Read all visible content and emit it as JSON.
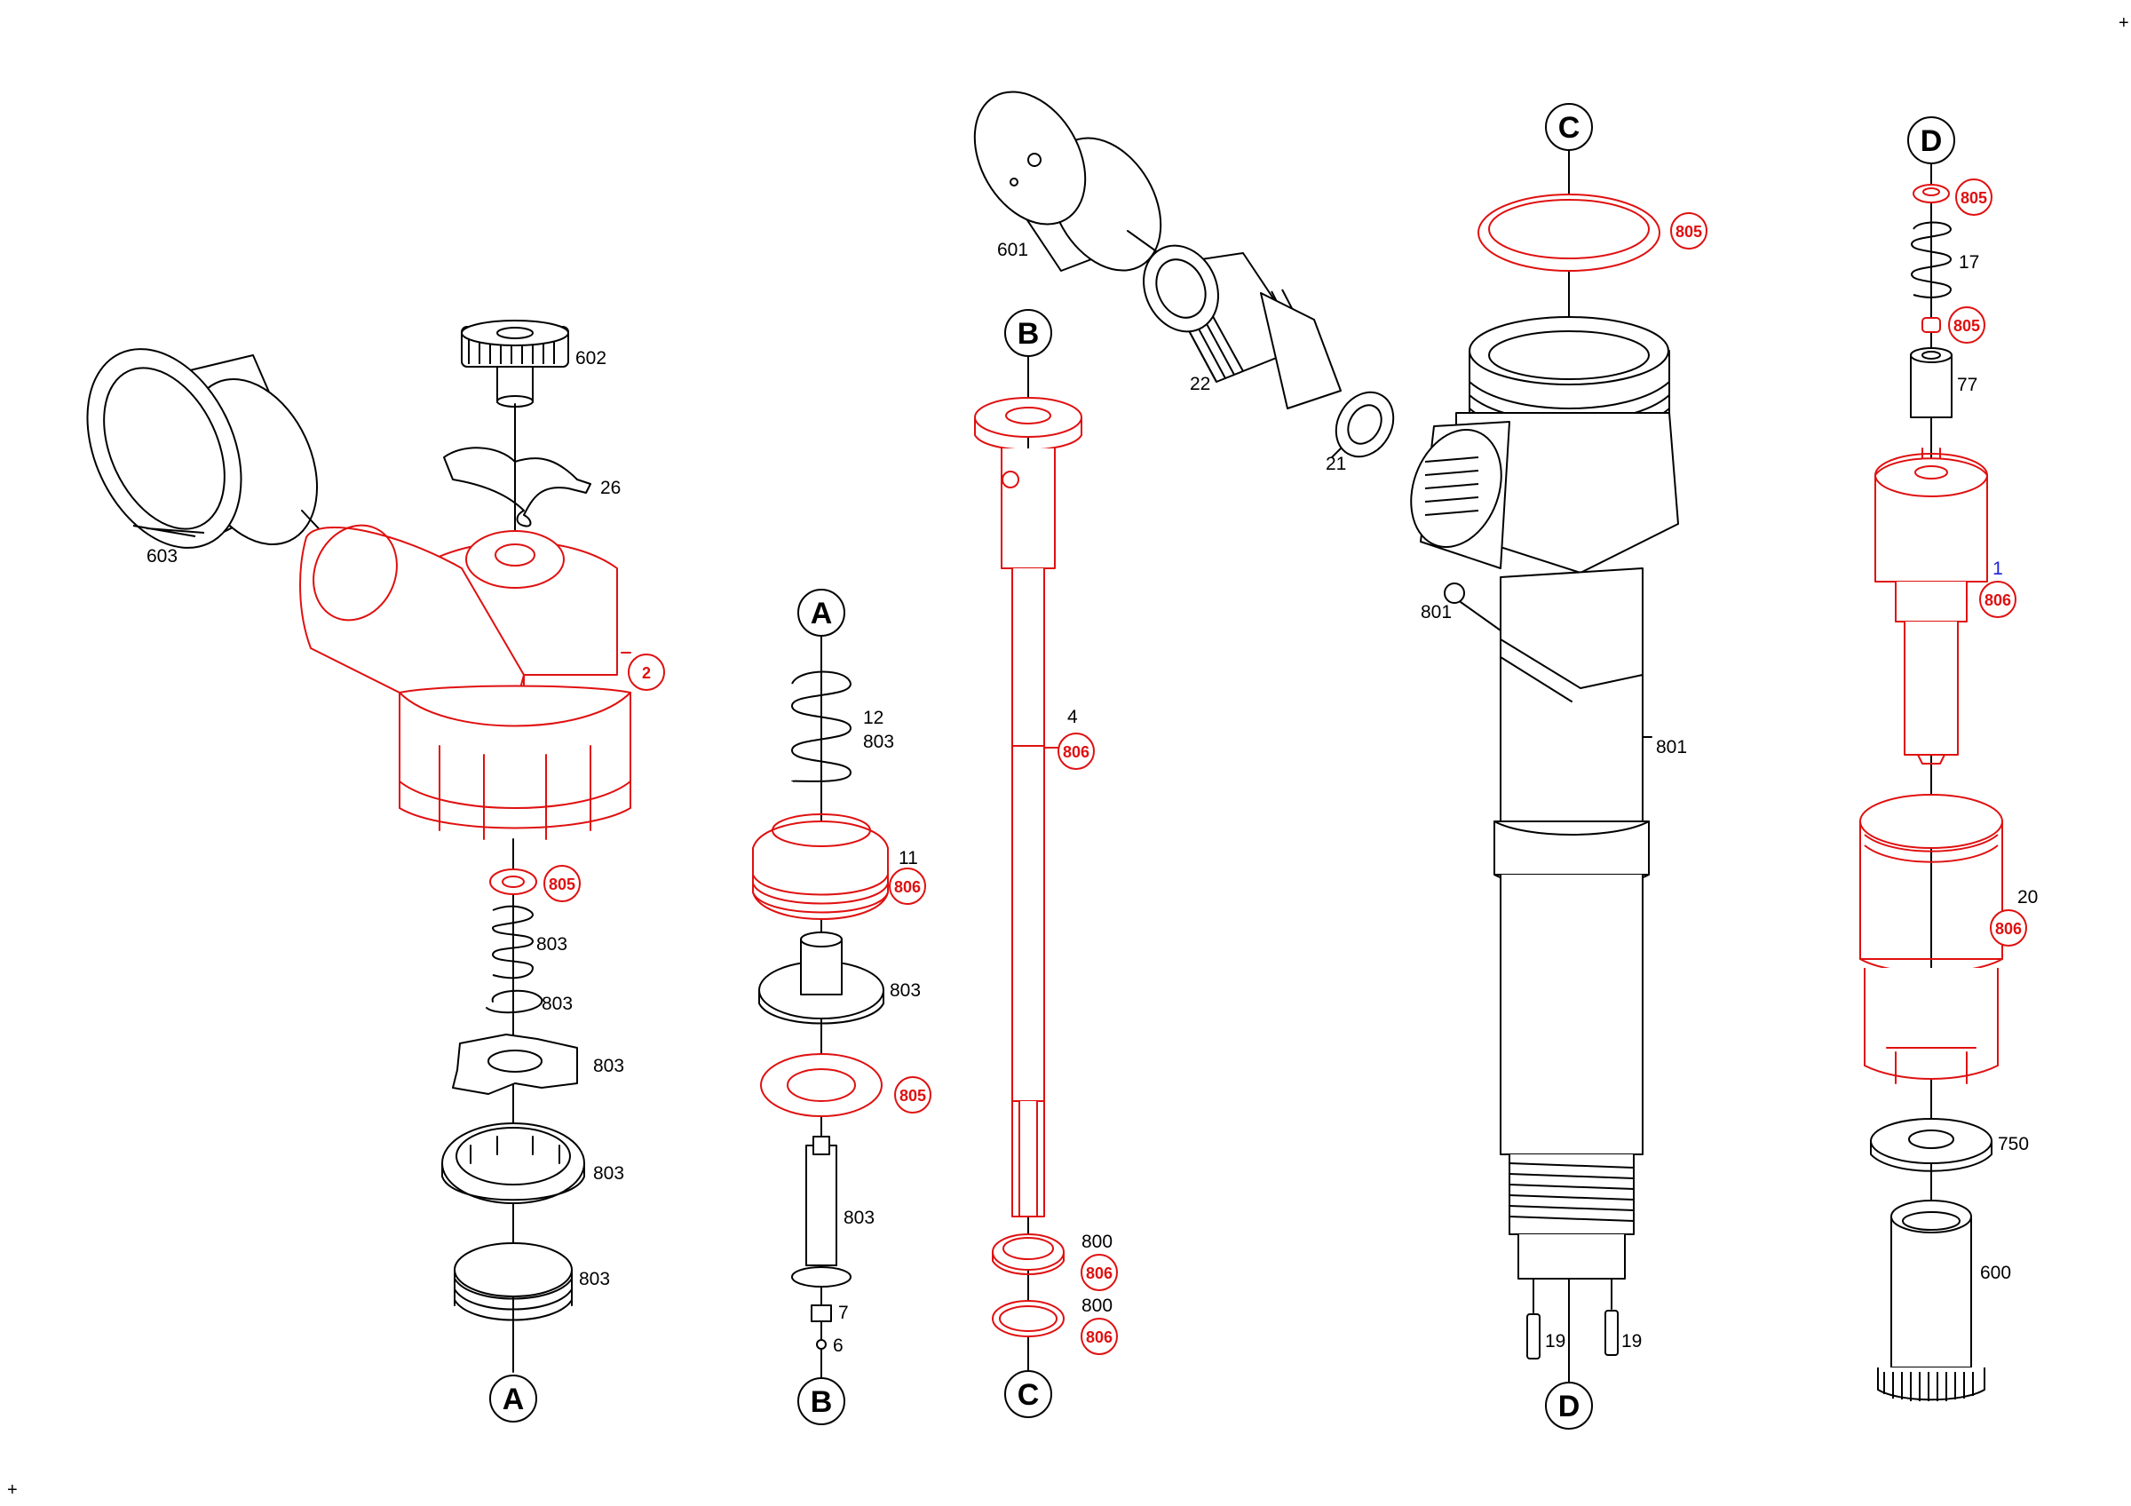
{
  "corner_marks": [
    "+",
    "+"
  ],
  "connectors": {
    "A": "A",
    "B": "B",
    "C": "C",
    "D": "D"
  },
  "callouts": {
    "p603": "603",
    "p602": "602",
    "p26": "26",
    "p2": "2",
    "p805_a": "805",
    "p803_spring": "803",
    "p803_clip": "803",
    "p803_plate": "803",
    "p803_cage": "803",
    "p803_ring": "803",
    "p12": "12",
    "p803_b": "803",
    "p11": "11",
    "p806_b": "806",
    "p803_c": "803",
    "p805_b": "805",
    "p803_d": "803",
    "p7": "7",
    "p6": "6",
    "p601": "601",
    "p22": "22",
    "p4": "4",
    "p806_c": "806",
    "p800_a": "800",
    "p806_d": "806",
    "p800_b": "800",
    "p806_e": "806",
    "p21": "21",
    "p805_c": "805",
    "p801_ball": "801",
    "p801_body": "801",
    "p19_a": "19",
    "p19_b": "19",
    "p805_d": "805",
    "p17": "17",
    "p805_e": "805",
    "p77": "77",
    "p1": "1",
    "p806_f": "806",
    "p20": "20",
    "p806_g": "806",
    "p750": "750",
    "p600": "600"
  },
  "colors": {
    "line": "#000000",
    "highlight": "#e01010",
    "assembly": "#1a22d8",
    "background": "#ffffff"
  }
}
